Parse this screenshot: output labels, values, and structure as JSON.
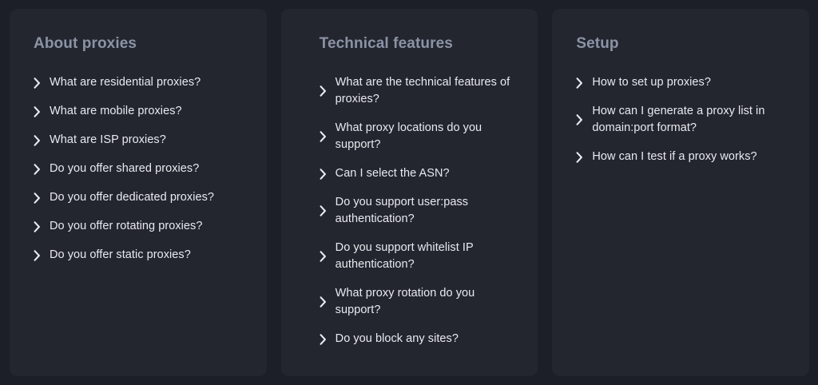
{
  "theme": {
    "page_background": "#1c1e28",
    "card_background": "#24262f",
    "heading_color": "#8b93a6",
    "item_text_color": "#e8eaf0",
    "chevron_color": "#e8eaf0"
  },
  "columns": [
    {
      "heading": "About proxies",
      "wide_items": false,
      "items": [
        {
          "label": "What are residential proxies?",
          "icon": "chevron-right-icon"
        },
        {
          "label": "What are mobile proxies?",
          "icon": "chevron-right-icon"
        },
        {
          "label": "What are ISP proxies?",
          "icon": "chevron-right-icon"
        },
        {
          "label": "Do you offer shared proxies?",
          "icon": "chevron-right-icon"
        },
        {
          "label": "Do you offer dedicated proxies?",
          "icon": "chevron-right-icon"
        },
        {
          "label": "Do you offer rotating proxies?",
          "icon": "chevron-right-icon"
        },
        {
          "label": "Do you offer static proxies?",
          "icon": "chevron-right-icon"
        }
      ]
    },
    {
      "heading": "Technical features",
      "wide_items": true,
      "items": [
        {
          "label": "What are the technical features of proxies?",
          "icon": "chevron-right-icon"
        },
        {
          "label": "What proxy locations do you support?",
          "icon": "chevron-right-icon"
        },
        {
          "label": "Can I select the ASN?",
          "icon": "chevron-right-icon"
        },
        {
          "label": "Do you support user:pass authentication?",
          "icon": "chevron-right-icon"
        },
        {
          "label": "Do you support whitelist IP authentication?",
          "icon": "chevron-right-icon"
        },
        {
          "label": "What proxy rotation do you support?",
          "icon": "chevron-right-icon"
        },
        {
          "label": "Do you block any sites?",
          "icon": "chevron-right-icon"
        }
      ]
    },
    {
      "heading": "Setup",
      "wide_items": false,
      "items": [
        {
          "label": "How to set up proxies?",
          "icon": "chevron-right-icon"
        },
        {
          "label": "How can I generate a proxy list in domain:port format?",
          "icon": "chevron-right-icon"
        },
        {
          "label": "How can I test if a proxy works?",
          "icon": "chevron-right-icon"
        }
      ]
    }
  ]
}
